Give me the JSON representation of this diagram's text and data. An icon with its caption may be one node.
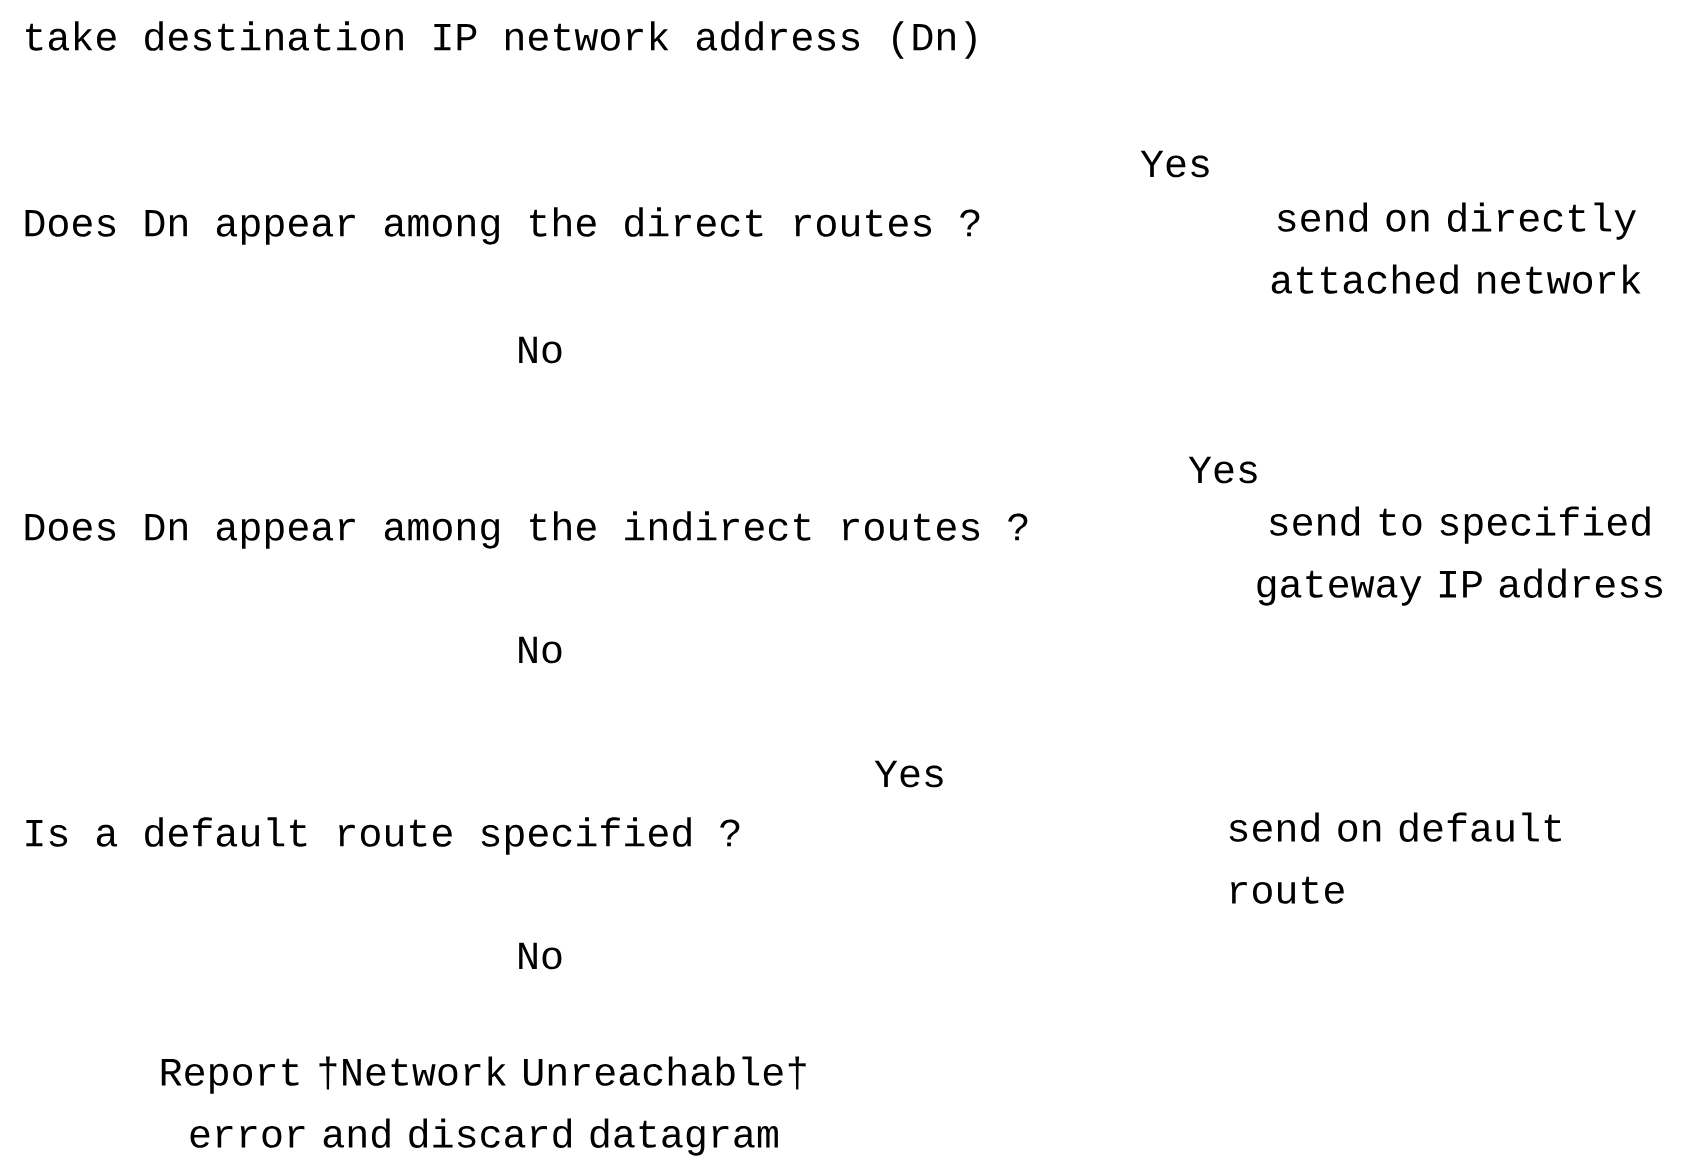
{
  "diagram": {
    "labels": [
      "take destination IP network address (Dn)",
      "Yes",
      "Does Dn appear among the direct routes ?",
      "send on directly attached network",
      "No",
      "Yes",
      "Does Dn appear among the indirect routes ?",
      "send to specified gateway IP address",
      "No",
      "Yes",
      "Is a default route specified ?",
      "send on default route",
      "No",
      "Report †Network Unreachable† error and discard datagram"
    ]
  }
}
